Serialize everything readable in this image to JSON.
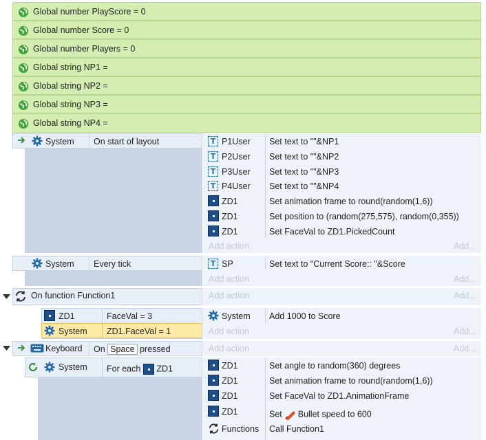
{
  "globals": [
    "Global number PlayScore = 0",
    "Global number Score = 0",
    "Global number Players = 0",
    "Global string NP1 =",
    "Global string NP2 =",
    "Global string NP3 =",
    "Global string NP4 ="
  ],
  "add_action": "Add action",
  "add_more": "Add...",
  "event1": {
    "object": "System",
    "condition": "On start of layout",
    "actions": [
      {
        "object": "P1User",
        "action": "Set text to \"\"&NP1"
      },
      {
        "object": "P2User",
        "action": "Set text to \"\"&NP2"
      },
      {
        "object": "P3User",
        "action": "Set text to \"\"&NP3"
      },
      {
        "object": "P4User",
        "action": "Set text to \"\"&NP4"
      },
      {
        "object": "ZD1",
        "action": "Set animation frame to round(random(1,6))"
      },
      {
        "object": "ZD1",
        "action": "Set position to (random(275,575), random(0,355))"
      },
      {
        "object": "ZD1",
        "action": "Set FaceVal to ZD1.PickedCount"
      }
    ]
  },
  "event2": {
    "object": "System",
    "condition": "Every tick",
    "actions": [
      {
        "object": "SP",
        "action": "Set text to \"Current Score:: \"&Score"
      }
    ]
  },
  "function1": {
    "title": "On function Function1",
    "sub": {
      "cond1_object": "ZD1",
      "cond1": "FaceVal = 3",
      "cond2_object": "System",
      "cond2": "ZD1.FaceVal = 1",
      "action_object": "System",
      "action": "Add 1000 to Score"
    }
  },
  "event3": {
    "object": "Keyboard",
    "cond_on": "On",
    "cond_key": "Space",
    "cond_pressed": "pressed",
    "sub": {
      "object": "System",
      "for_each": "For each",
      "for_each_object": "ZD1",
      "actions": [
        {
          "object": "ZD1",
          "action": "Set angle to random(360) degrees"
        },
        {
          "object": "ZD1",
          "action": "Set animation frame to round(random(1,6))"
        },
        {
          "object": "ZD1",
          "action": "Set FaceVal to ZD1.AnimationFrame"
        },
        {
          "object": "ZD1",
          "action_set": "Set",
          "action_rest": "Bullet speed to 600"
        },
        {
          "object": "Functions",
          "action": "Call Function1"
        }
      ]
    }
  },
  "colors": {
    "global_bg": "#d4edb0",
    "event_bg": "#e8eef6",
    "subevent_bg": "#c8d4e3",
    "highlight": "#fde9a6",
    "sprite": "#1d4f8c"
  }
}
